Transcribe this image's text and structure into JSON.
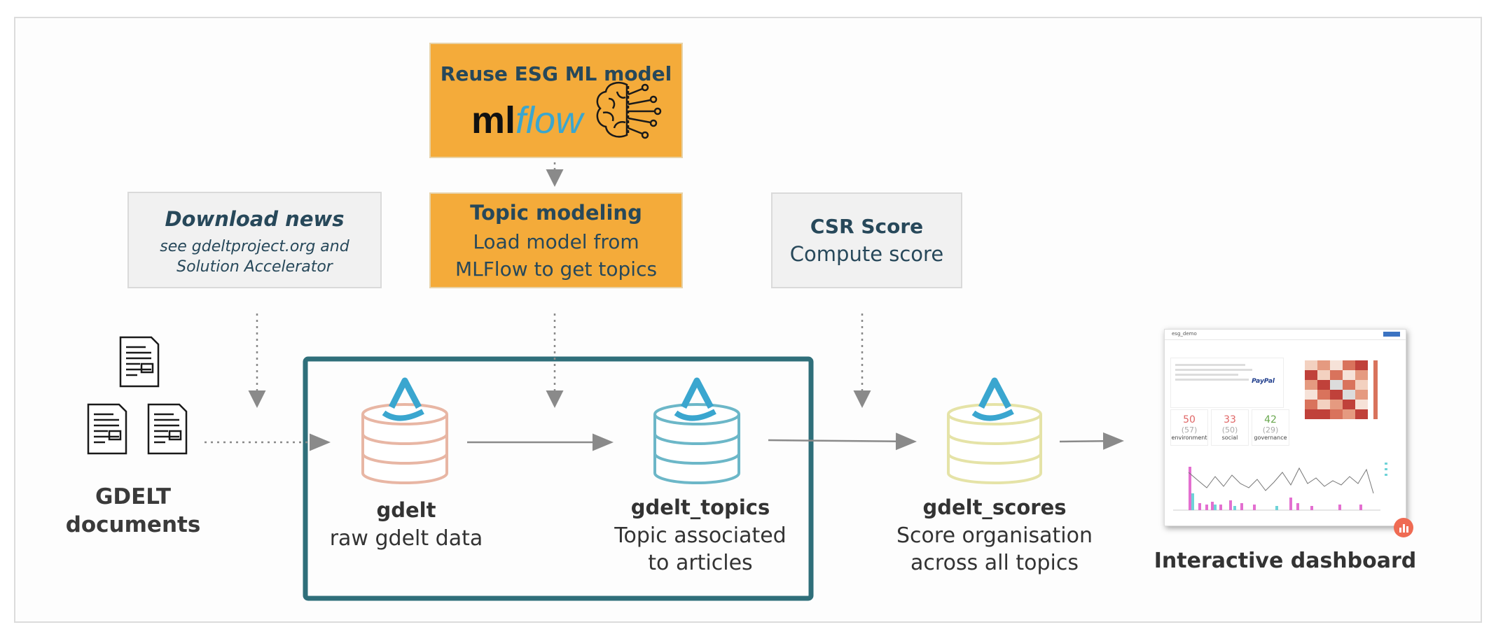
{
  "boxes": {
    "reuse": {
      "title": "Reuse ESG ML model"
    },
    "topic": {
      "title": "Topic modeling",
      "line1": "Load model from",
      "line2": "MLFlow to get topics"
    },
    "download": {
      "title": "Download news",
      "line1": "see gdeltproject.org and",
      "line2": "Solution Accelerator"
    },
    "csr": {
      "title": "CSR Score",
      "line1": "Compute score"
    }
  },
  "logos": {
    "mlflow_ml": "ml",
    "mlflow_flow": "flow"
  },
  "sources": {
    "line1": "GDELT",
    "line2": "documents"
  },
  "tables": [
    {
      "name": "gdelt",
      "desc1": "raw gdelt data",
      "desc2": "",
      "color": "#e8b6a4"
    },
    {
      "name": "gdelt_topics",
      "desc1": "Topic associated",
      "desc2": "to articles",
      "color": "#6cb7c8"
    },
    {
      "name": "gdelt_scores",
      "desc1": "Score organisation",
      "desc2": "across all topics",
      "color": "#e5e3a7"
    }
  ],
  "dashboard": {
    "label": "Interactive dashboard",
    "header": "esg_demo",
    "kpis": [
      {
        "value": "50",
        "prev": "(57)",
        "label": "environment",
        "color": "#e06666"
      },
      {
        "value": "33",
        "prev": "(50)",
        "label": "social",
        "color": "#e06666"
      },
      {
        "value": "42",
        "prev": "(29)",
        "label": "governance",
        "color": "#6aa84f"
      }
    ],
    "brand": "PayPal"
  },
  "colors": {
    "frame": "#2f6f7a",
    "orange": "#f4ab3a",
    "gray_box": "#f1f1f1",
    "delta_blue": "#3aa6cf"
  }
}
